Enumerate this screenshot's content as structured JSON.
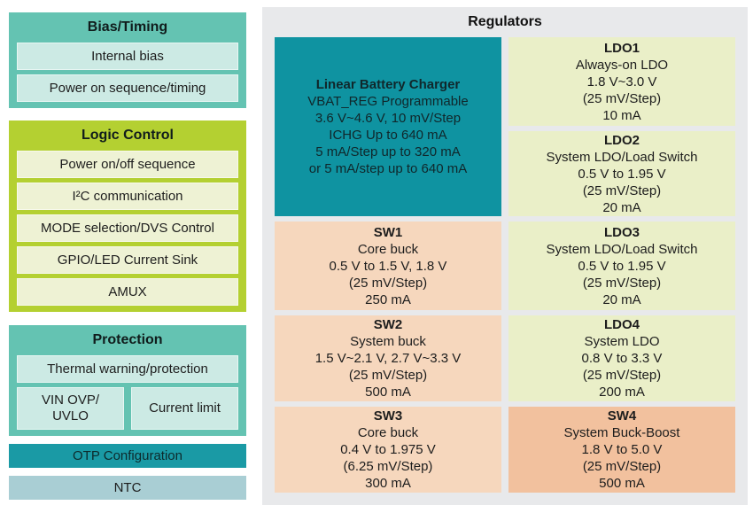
{
  "palette": {
    "teal_container": "#64c3b2",
    "teal_item": "#cceae4",
    "green_container": "#b4d031",
    "green_item": "#eef2d4",
    "otp_bar": "#1a9aa5",
    "ntc_bar": "#a9ced4",
    "charger_block": "#0f93a1",
    "regulators_panel": "#e8e9eb",
    "ldo_block": "#eaefc8",
    "sw_block": "#f6d7bd",
    "sw4_block": "#f2c19e"
  },
  "left": {
    "bias_timing": {
      "title": "Bias/Timing",
      "items": [
        "Internal bias",
        "Power on sequence/timing"
      ]
    },
    "logic_control": {
      "title": "Logic Control",
      "items": [
        "Power on/off sequence",
        "I²C communication",
        "MODE selection/DVS Control",
        "GPIO/LED Current Sink",
        "AMUX"
      ]
    },
    "protection": {
      "title": "Protection",
      "wide_item": "Thermal warning/protection",
      "split_items": [
        [
          "VIN OVP/",
          "UVLO"
        ],
        [
          "Current limit"
        ]
      ]
    },
    "otp_bar": "OTP Configuration",
    "ntc_bar": "NTC"
  },
  "regulators": {
    "title": "Regulators",
    "charger": {
      "title": "Linear Battery Charger",
      "lines": [
        "VBAT_REG Programmable",
        "3.6 V~4.6 V, 10 mV/Step",
        "ICHG Up to 640 mA",
        "5 mA/Step up to 320 mA",
        "or 5 mA/step up to 640 mA"
      ]
    },
    "blocks": [
      {
        "title": "LDO1",
        "lines": [
          "Always-on LDO",
          "1.8 V~3.0 V",
          "(25 mV/Step)",
          "10 mA"
        ]
      },
      {
        "title": "LDO2",
        "lines": [
          "System LDO/Load Switch",
          "0.5 V to 1.95 V",
          "(25 mV/Step)",
          "20 mA"
        ]
      },
      {
        "title": "SW1",
        "lines": [
          "Core buck",
          "0.5 V to 1.5 V, 1.8 V",
          "(25 mV/Step)",
          "250 mA"
        ]
      },
      {
        "title": "LDO3",
        "lines": [
          "System LDO/Load Switch",
          "0.5 V to 1.95 V",
          "(25 mV/Step)",
          "20 mA"
        ]
      },
      {
        "title": "SW2",
        "lines": [
          "System buck",
          "1.5 V~2.1 V, 2.7 V~3.3 V",
          "(25 mV/Step)",
          "500 mA"
        ]
      },
      {
        "title": "LDO4",
        "lines": [
          "System LDO",
          "0.8 V to 3.3 V",
          "(25 mV/Step)",
          "200 mA"
        ]
      },
      {
        "title": "SW3",
        "lines": [
          "Core buck",
          "0.4 V to 1.975 V",
          "(6.25 mV/Step)",
          "300 mA"
        ]
      },
      {
        "title": "SW4",
        "lines": [
          "System Buck-Boost",
          "1.8 V to 5.0 V",
          "(25 mV/Step)",
          "500 mA"
        ]
      }
    ]
  }
}
